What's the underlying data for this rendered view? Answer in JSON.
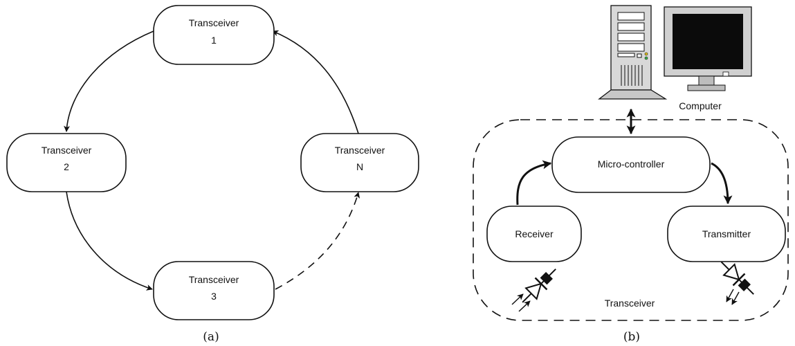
{
  "panel_a": {
    "caption": "(a)",
    "nodes": {
      "t1": {
        "line1": "Transceiver",
        "line2": "1"
      },
      "t2": {
        "line1": "Transceiver",
        "line2": "2"
      },
      "t3": {
        "line1": "Transceiver",
        "line2": "3"
      },
      "tn": {
        "line1": "Transceiver",
        "line2": "N"
      }
    }
  },
  "panel_b": {
    "caption": "(b)",
    "computer_label": "Computer",
    "microcontroller_label": "Micro-controller",
    "receiver_label": "Receiver",
    "transmitter_label": "Transmitter",
    "group_label": "Transceiver"
  }
}
